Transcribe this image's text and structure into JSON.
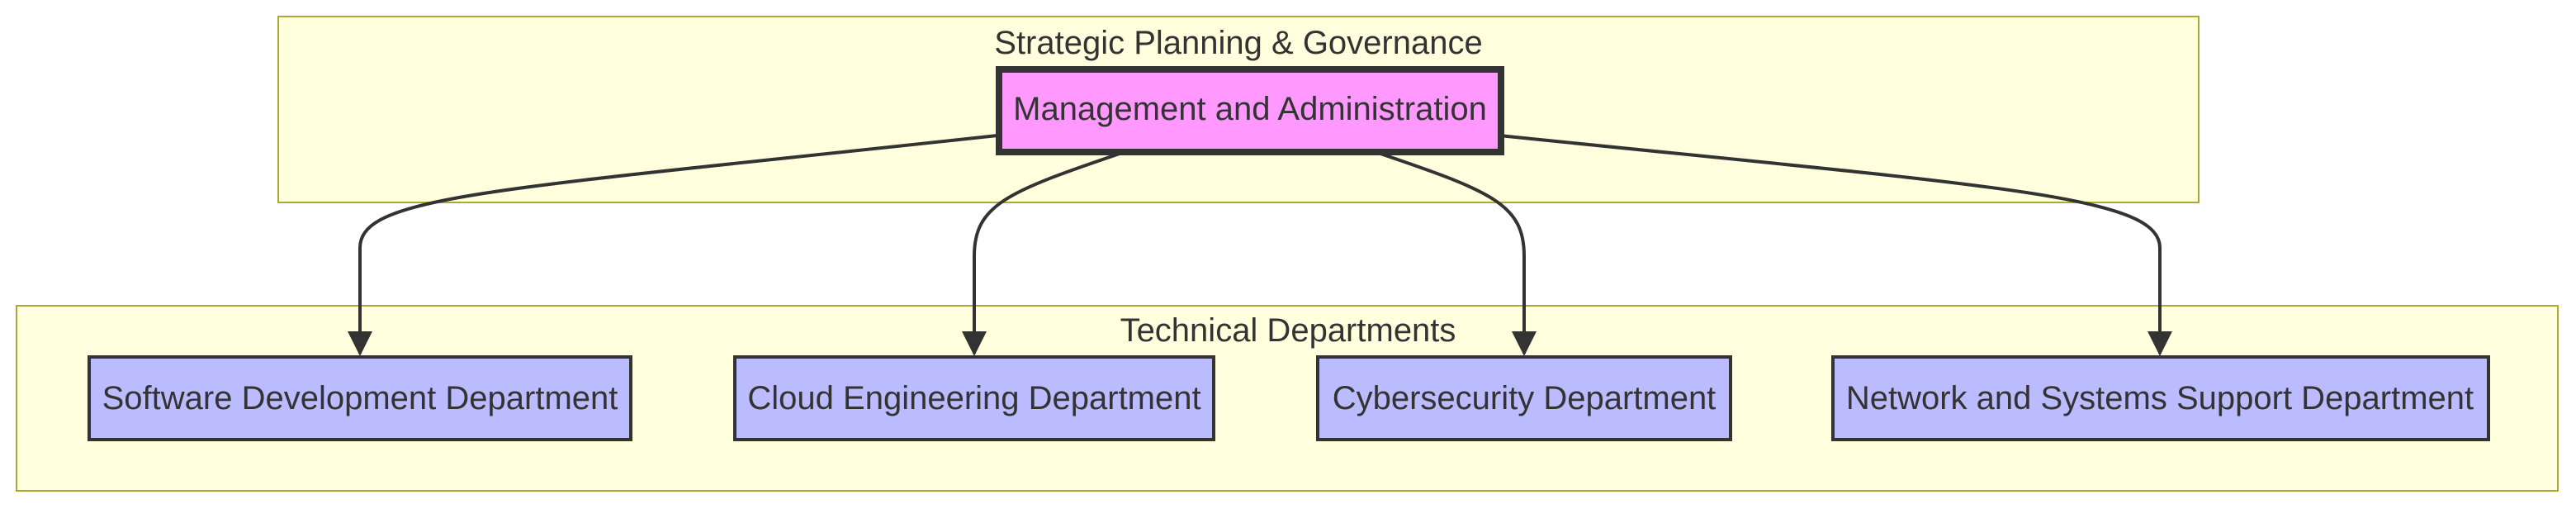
{
  "diagram": {
    "clusters": {
      "top": {
        "title": "Strategic Planning & Governance"
      },
      "bottom": {
        "title": "Technical Departments"
      }
    },
    "nodes": {
      "management": {
        "label": "Management and Administration",
        "fill": "#ff99ff"
      },
      "software": {
        "label": "Software Development Department",
        "fill": "#bbbbff"
      },
      "cloud": {
        "label": "Cloud Engineering Department",
        "fill": "#bbbbff"
      },
      "cyber": {
        "label": "Cybersecurity Department",
        "fill": "#bbbbff"
      },
      "network": {
        "label": "Network and Systems Support Department",
        "fill": "#bbbbff"
      }
    },
    "edges": [
      {
        "from": "management",
        "to": "software"
      },
      {
        "from": "management",
        "to": "cloud"
      },
      {
        "from": "management",
        "to": "cyber"
      },
      {
        "from": "management",
        "to": "network"
      }
    ]
  }
}
